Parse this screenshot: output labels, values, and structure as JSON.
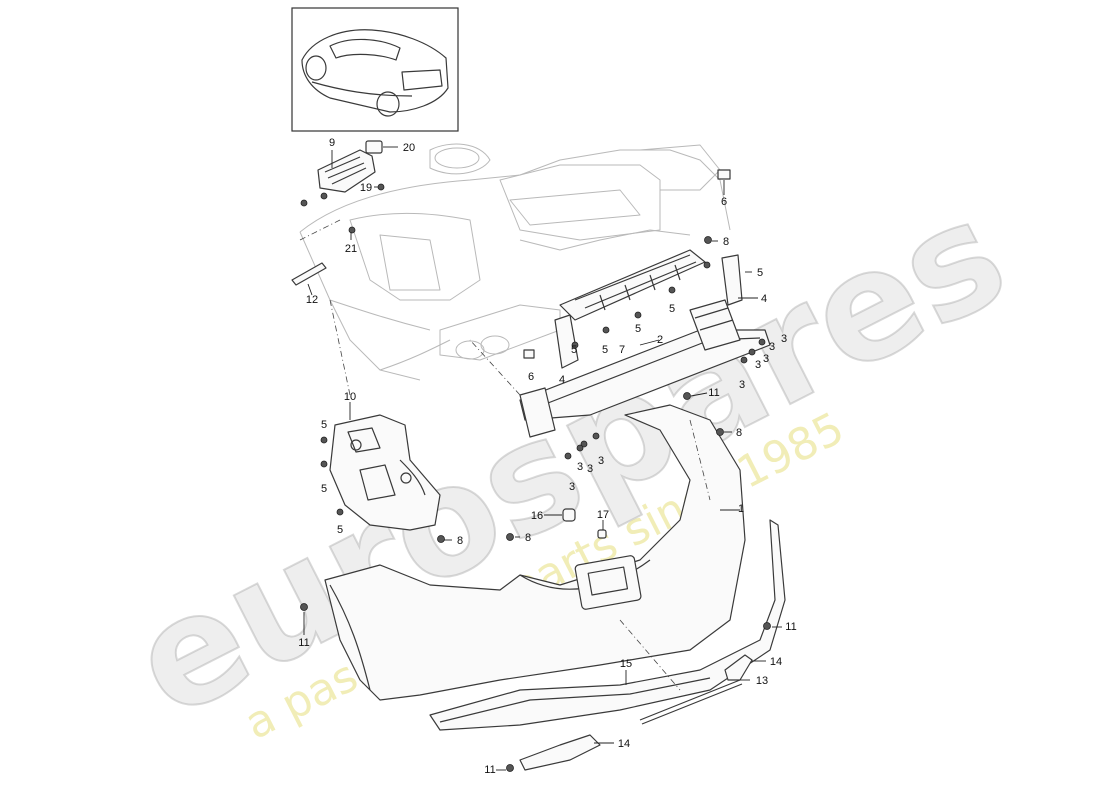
{
  "watermark": {
    "brand": "eurospares",
    "tagline": "a passion for parts since 1985"
  },
  "callouts": [
    {
      "id": "c-9",
      "text": "9"
    },
    {
      "id": "c-20",
      "text": "20"
    },
    {
      "id": "c-19",
      "text": "19"
    },
    {
      "id": "c-21",
      "text": "21"
    },
    {
      "id": "c-12",
      "text": "12"
    },
    {
      "id": "c-6a",
      "text": "6"
    },
    {
      "id": "c-8a",
      "text": "8"
    },
    {
      "id": "c-5a",
      "text": "5"
    },
    {
      "id": "c-4a",
      "text": "4"
    },
    {
      "id": "c-5b",
      "text": "5"
    },
    {
      "id": "c-5c",
      "text": "5"
    },
    {
      "id": "c-7",
      "text": "7"
    },
    {
      "id": "c-5d",
      "text": "5"
    },
    {
      "id": "c-2",
      "text": "2"
    },
    {
      "id": "c-5e",
      "text": "5"
    },
    {
      "id": "c-6b",
      "text": "6"
    },
    {
      "id": "c-4b",
      "text": "4"
    },
    {
      "id": "c-3a",
      "text": "3"
    },
    {
      "id": "c-3b",
      "text": "3"
    },
    {
      "id": "c-3c",
      "text": "3"
    },
    {
      "id": "c-3d",
      "text": "3"
    },
    {
      "id": "c-3e",
      "text": "3"
    },
    {
      "id": "c-11a",
      "text": "11"
    },
    {
      "id": "c-10",
      "text": "10"
    },
    {
      "id": "c-5f",
      "text": "5"
    },
    {
      "id": "c-5g",
      "text": "5"
    },
    {
      "id": "c-5h",
      "text": "5"
    },
    {
      "id": "c-8b",
      "text": "8"
    },
    {
      "id": "c-3f",
      "text": "3"
    },
    {
      "id": "c-3g",
      "text": "3"
    },
    {
      "id": "c-3h",
      "text": "3"
    },
    {
      "id": "c-3i",
      "text": "3"
    },
    {
      "id": "c-1",
      "text": "1"
    },
    {
      "id": "c-16",
      "text": "16"
    },
    {
      "id": "c-17",
      "text": "17"
    },
    {
      "id": "c-8c",
      "text": "8"
    },
    {
      "id": "c-8d",
      "text": "8"
    },
    {
      "id": "c-11b",
      "text": "11"
    },
    {
      "id": "c-11c",
      "text": "11"
    },
    {
      "id": "c-14a",
      "text": "14"
    },
    {
      "id": "c-15",
      "text": "15"
    },
    {
      "id": "c-13",
      "text": "13"
    },
    {
      "id": "c-14b",
      "text": "14"
    },
    {
      "id": "c-11d",
      "text": "11"
    }
  ]
}
